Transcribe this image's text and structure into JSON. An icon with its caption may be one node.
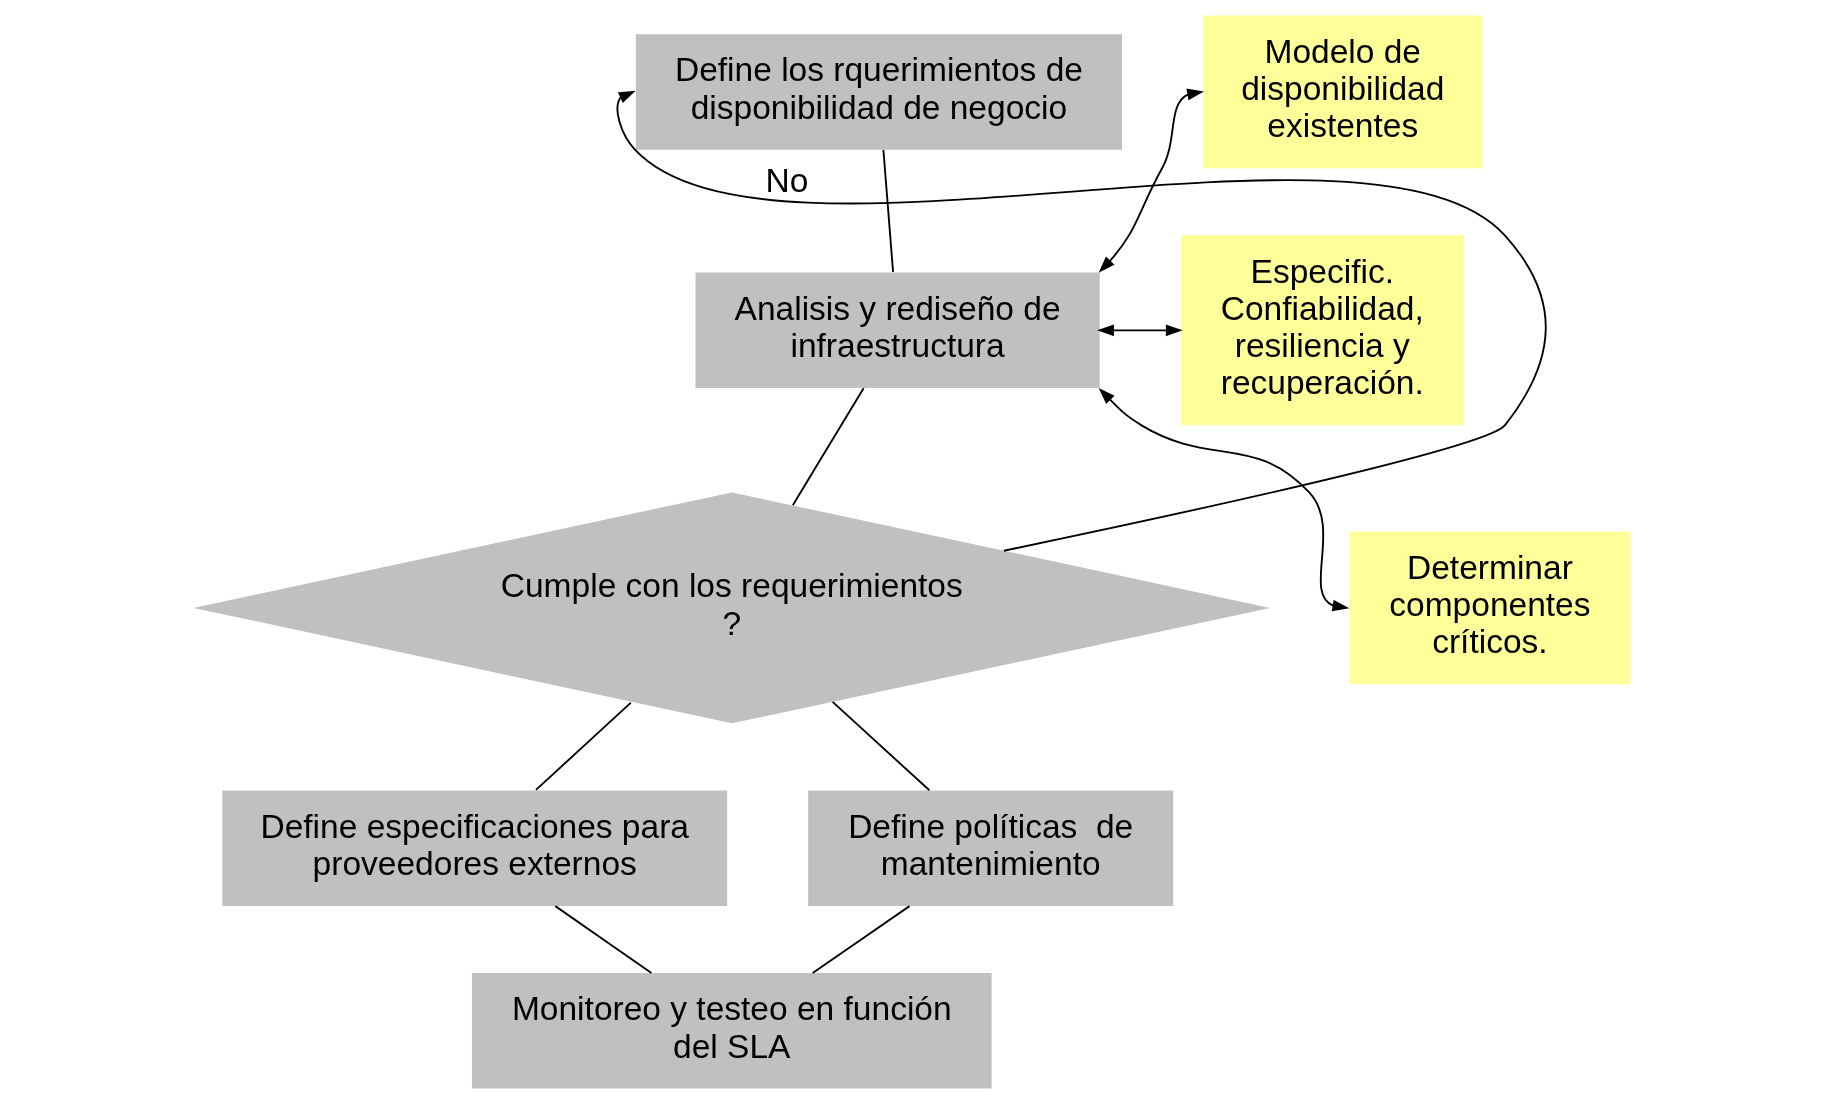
{
  "diagram": {
    "nodes": [
      {
        "text": [
          "Define los rquerimientos de disponibilidad de negocio"
        ]
      },
      {
        "text": [
          "Analisis y rediseño de infraestructura"
        ]
      },
      {
        "text": [
          "Cumple con los requerimientos ?"
        ]
      },
      {
        "text": [
          "Define especificaciones para proveedores externos"
        ]
      },
      {
        "text": [
          "Define políticas  de mantenimiento"
        ]
      },
      {
        "text": [
          "Monitoreo y testeo en función del SLA"
        ]
      },
      {
        "text": [
          "Modelo de disponibilidad existentes"
        ]
      },
      {
        "text": [
          "Especific. Confiabilidad, resiliencia y recuperación."
        ]
      },
      {
        "text": [
          "Determinar componentes críticos."
        ]
      }
    ],
    "edges": [
      {
        "from": 0,
        "to": 1,
        "arrow": "none"
      },
      {
        "from": 1,
        "to": 2,
        "arrow": "none"
      },
      {
        "from": 2,
        "to": 0,
        "arrow": "to",
        "label": "No"
      },
      {
        "from": 2,
        "to": 3,
        "arrow": "none"
      },
      {
        "from": 2,
        "to": 4,
        "arrow": "none"
      },
      {
        "from": 3,
        "to": 5,
        "arrow": "none"
      },
      {
        "from": 4,
        "to": 5,
        "arrow": "none"
      },
      {
        "from": 1,
        "to": 6,
        "arrow": "both"
      },
      {
        "from": 1,
        "to": 7,
        "arrow": "both"
      },
      {
        "from": 1,
        "to": 8,
        "arrow": "both"
      }
    ]
  }
}
